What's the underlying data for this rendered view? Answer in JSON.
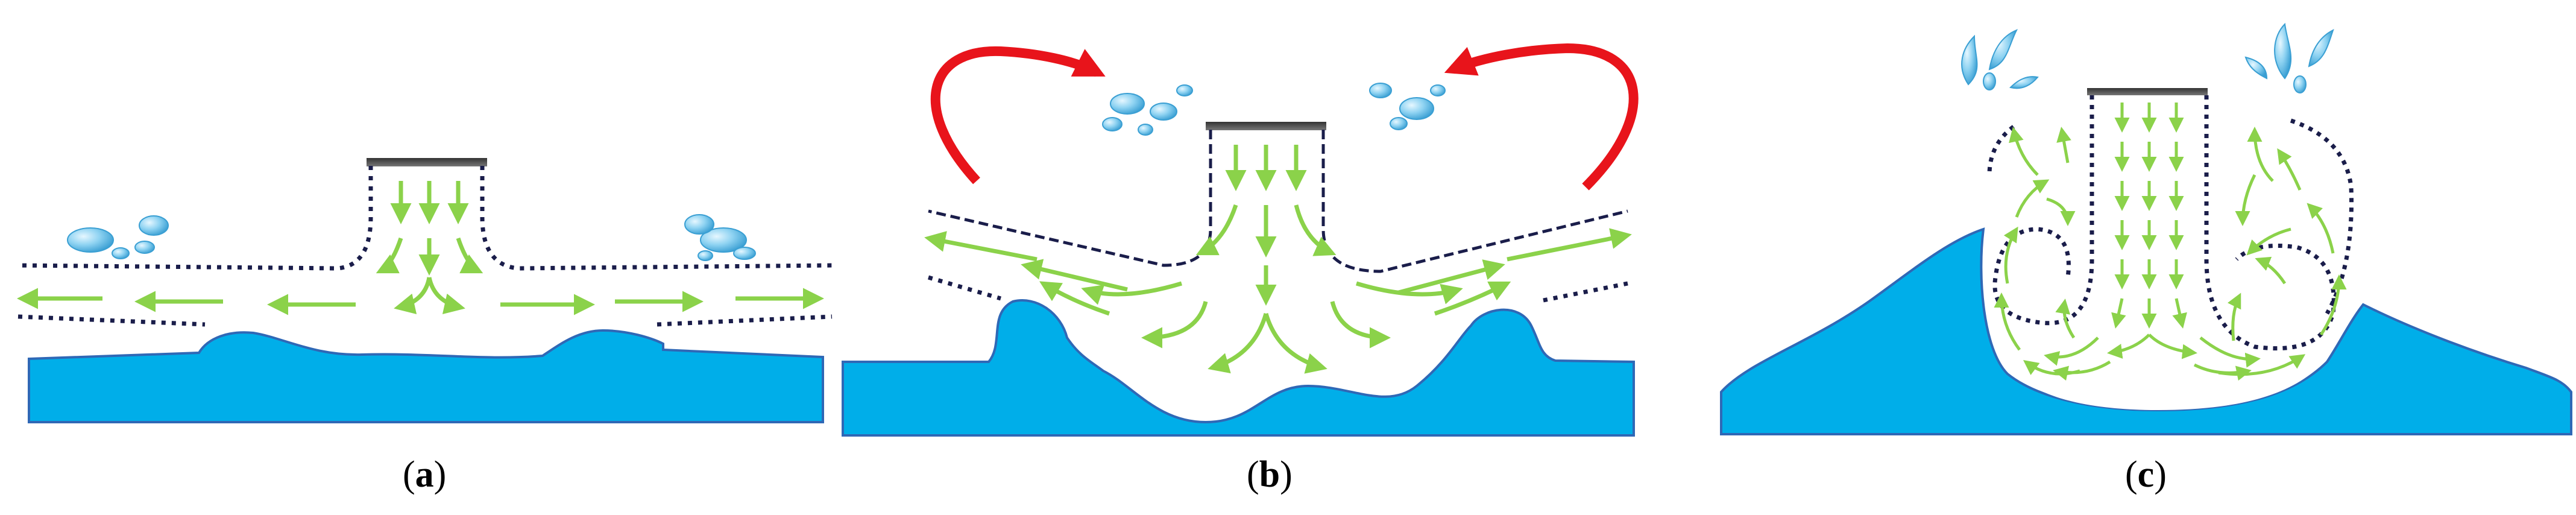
{
  "panels": [
    {
      "id": "a",
      "label": "a"
    },
    {
      "id": "b",
      "label": "b"
    },
    {
      "id": "c",
      "label": "c"
    }
  ],
  "colors": {
    "water": "#00aee9",
    "water_edge": "#2f68b6",
    "flow_arrow": "#8bd24a",
    "circulation_arrow": "#e8141b",
    "boundary": "#1a1d4a",
    "droplet": "#6fc6ea"
  },
  "icons": [
    "nozzle-icon",
    "water-splash-icon",
    "water-droplet-icon",
    "flow-arrow-icon",
    "circulation-arrow-icon"
  ]
}
